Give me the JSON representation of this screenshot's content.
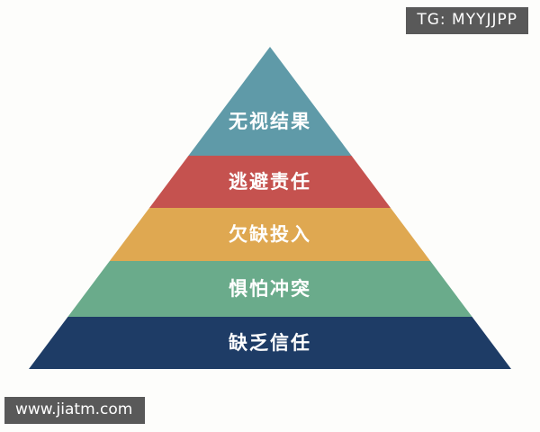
{
  "badge": {
    "text": "TG: MYYJJPP",
    "bg": "#595959"
  },
  "watermark": {
    "text": "www.jiatm.com",
    "bg": "#595959"
  },
  "pyramid": {
    "text_color": "#ffffff",
    "layers": [
      {
        "label": "无视结果",
        "color": "#5f9aa8"
      },
      {
        "label": "逃避责任",
        "color": "#c5524f"
      },
      {
        "label": "欠缺投入",
        "color": "#dfa851"
      },
      {
        "label": "惧怕冲突",
        "color": "#6aab8b"
      },
      {
        "label": "缺乏信任",
        "color": "#1e3c66"
      }
    ]
  }
}
